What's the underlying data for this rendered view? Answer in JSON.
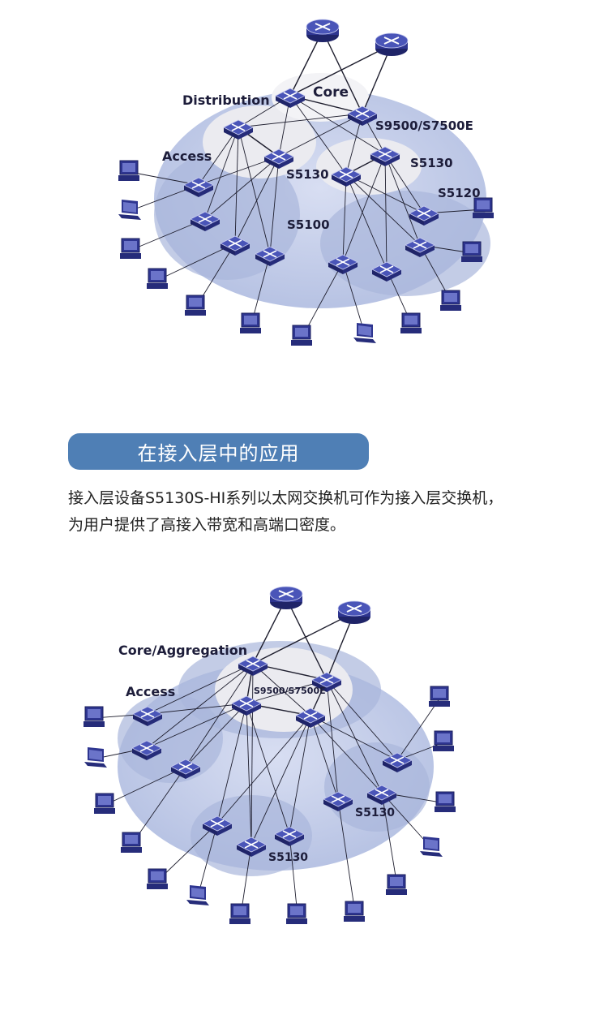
{
  "diagram1": {
    "labels": {
      "core": "Core",
      "distribution": "Distribution",
      "access": "Access",
      "core_model": "S9500/S7500E",
      "dist_model_left": "S5130",
      "dist_model_right": "S5130",
      "access_model_right": "S5120",
      "access_model_center": "S5100"
    }
  },
  "section": {
    "title": "在接入层中的应用",
    "description_line1": "接入层设备S5130S-HI系列以太网交换机可作为接入层交换机，",
    "description_line2": "为用户提供了高接入带宽和高端口密度。"
  },
  "diagram2": {
    "labels": {
      "core_aggregation": "Core/Aggregation",
      "access": "Access",
      "core_model": "S9500/S7500E",
      "access_model_right": "S5130",
      "access_model_bottom": "S5130"
    }
  },
  "colors": {
    "banner": "#4f7fb5",
    "outer_ellipse": "#c6d0ea",
    "inner_region": "#a9b6dc",
    "core_region": "#ebebf0",
    "device": "#2e3590",
    "link": "#1e1e2e"
  }
}
